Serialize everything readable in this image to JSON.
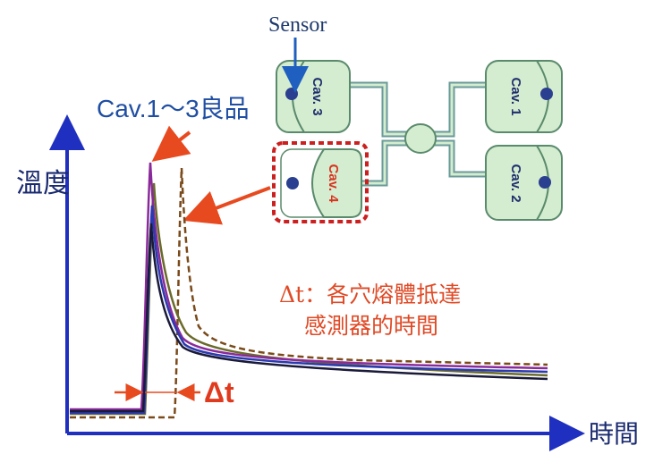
{
  "labels": {
    "sensor": "Sensor",
    "good_parts": "Cav.1～3良品",
    "y_axis": "溫度",
    "x_axis": "時間",
    "delta_t": "Δt",
    "note_line1": "Δt：各穴熔體抵達",
    "note_line2": "感測器的時間"
  },
  "cavities": {
    "cav1": "Cav. 1",
    "cav2": "Cav. 2",
    "cav3": "Cav. 3",
    "cav4": "Cav. 4"
  },
  "colors": {
    "axis": "#1f2fbf",
    "cavity_fill": "#d4eccf",
    "cavity_stroke": "#5a8a6c",
    "runner": "#6a9a9a",
    "sensor_dot": "#2a3f8f",
    "highlight": "#cc1f1f",
    "arrow_red": "#e84a20",
    "sensor_arrow": "#1f5fbf",
    "curve_purple": "#8a2a9a",
    "curve_blue": "#2a3ab0",
    "curve_olive": "#6a6a2a",
    "curve_dark": "#1a1a3a",
    "curve_dashed": "#7a4a1a"
  }
}
